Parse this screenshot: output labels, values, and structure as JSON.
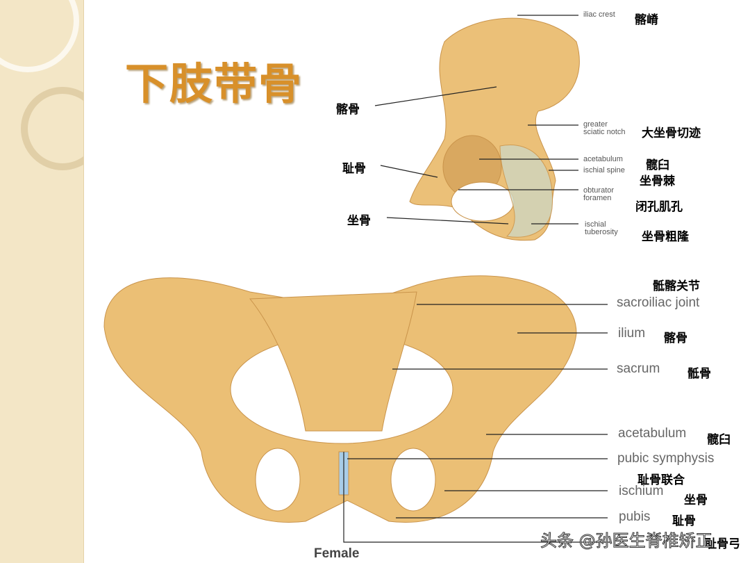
{
  "title": "下肢带骨",
  "top_labels": {
    "iliac_crest": {
      "en": "iliac crest",
      "cn": "髂嵴"
    },
    "ilium_cn": "髂骨",
    "pubis_cn": "耻骨",
    "ischium_cn": "坐骨",
    "greater_sciatic_notch": {
      "en1": "greater",
      "en2": "sciatic notch",
      "cn": "大坐骨切迹"
    },
    "acetabulum": {
      "en": "acetabulum",
      "cn": "髋臼"
    },
    "ischial_spine": {
      "en": "ischial spine",
      "cn": "坐骨棘"
    },
    "obturator_foramen": {
      "en1": "obturator",
      "en2": "foramen",
      "cn": "闭孔肌孔"
    },
    "ischial_tuberosity": {
      "en1": "ischial",
      "en2": "tuberosity",
      "cn": "坐骨粗隆"
    }
  },
  "bottom_labels": {
    "sacroiliac_joint": {
      "en": "sacroiliac joint",
      "cn": "骶髂关节"
    },
    "ilium": {
      "en": "ilium",
      "cn": "髂骨"
    },
    "sacrum": {
      "en": "sacrum",
      "cn": "骶骨"
    },
    "acetabulum": {
      "en": "acetabulum",
      "cn": "髋臼"
    },
    "pubic_symphysis": {
      "en": "pubic symphysis",
      "cn": "耻骨联合"
    },
    "ischium": {
      "en": "ischium",
      "cn": "坐骨"
    },
    "pubis": {
      "en": "pubis",
      "cn": "耻骨"
    },
    "pubic_arch_cn": "耻骨弓",
    "caption": "Female"
  },
  "watermark": "头条 @孙医生脊椎矫正",
  "colors": {
    "bone": "#e8b968",
    "title": "#d8902a",
    "side": "#f3e6c6"
  }
}
